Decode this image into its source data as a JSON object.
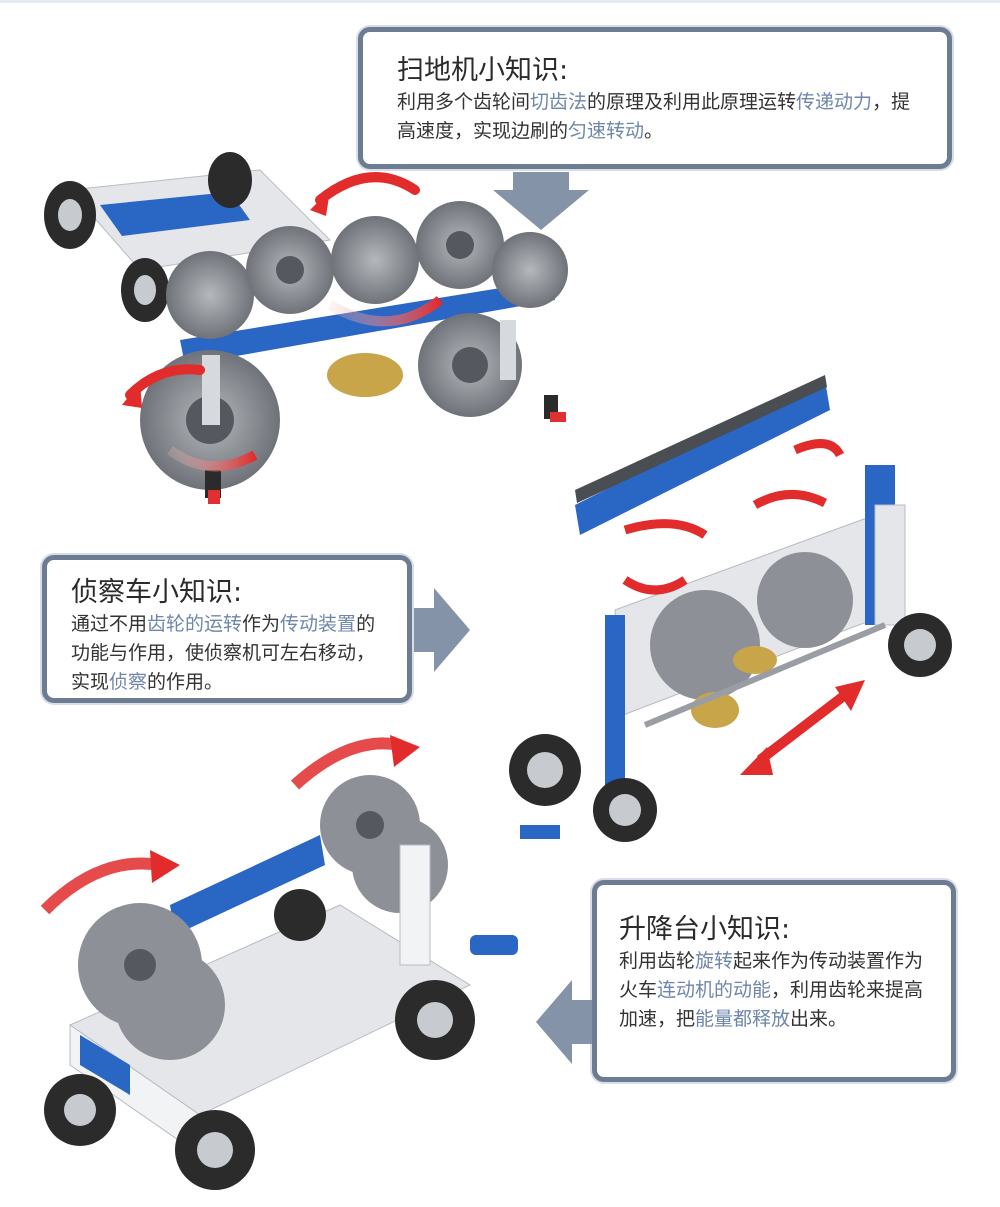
{
  "cards": {
    "sweeper": {
      "title": "扫地机小知识:",
      "body": [
        {
          "t": "利用多个齿轮间",
          "hl": false
        },
        {
          "t": "切齿法",
          "hl": true
        },
        {
          "t": "的原理及利用此原理运转",
          "hl": false
        },
        {
          "t": "传递动力",
          "hl": true
        },
        {
          "t": "，提高速度，实现边刷的",
          "hl": false
        },
        {
          "t": "匀速转动",
          "hl": true
        },
        {
          "t": "。",
          "hl": false
        }
      ]
    },
    "scout": {
      "title": "侦察车小知识:",
      "body": [
        {
          "t": "通过不用",
          "hl": false
        },
        {
          "t": "齿轮的运转",
          "hl": true
        },
        {
          "t": "作为",
          "hl": false
        },
        {
          "t": "传动装置",
          "hl": true
        },
        {
          "t": "的功能与作用，使侦察机可左右移动，实现",
          "hl": false
        },
        {
          "t": "侦察",
          "hl": true
        },
        {
          "t": "的作用。",
          "hl": false
        }
      ]
    },
    "lift": {
      "title": "升降台小知识:",
      "body": [
        {
          "t": "利用齿轮",
          "hl": false
        },
        {
          "t": "旋转",
          "hl": true
        },
        {
          "t": "起来作为传动装置作为火车",
          "hl": false
        },
        {
          "t": "连动机的动能",
          "hl": true
        },
        {
          "t": "，利用齿轮来提高加速，把",
          "hl": false
        },
        {
          "t": "能量都释放",
          "hl": true
        },
        {
          "t": "出来。",
          "hl": false
        }
      ]
    }
  },
  "colors": {
    "card_border": "#6c7c93",
    "highlight": "#6f86ab",
    "lego_blue": "#2a66c4",
    "lego_white": "#e9ebee",
    "gear_gray": "#8d9096",
    "gold": "#c9a54a",
    "rotation_arrow": "#e03030"
  },
  "icons": [
    "pointer-arrow-down",
    "pointer-arrow-right",
    "pointer-arrow-left",
    "rotation-arrow"
  ]
}
